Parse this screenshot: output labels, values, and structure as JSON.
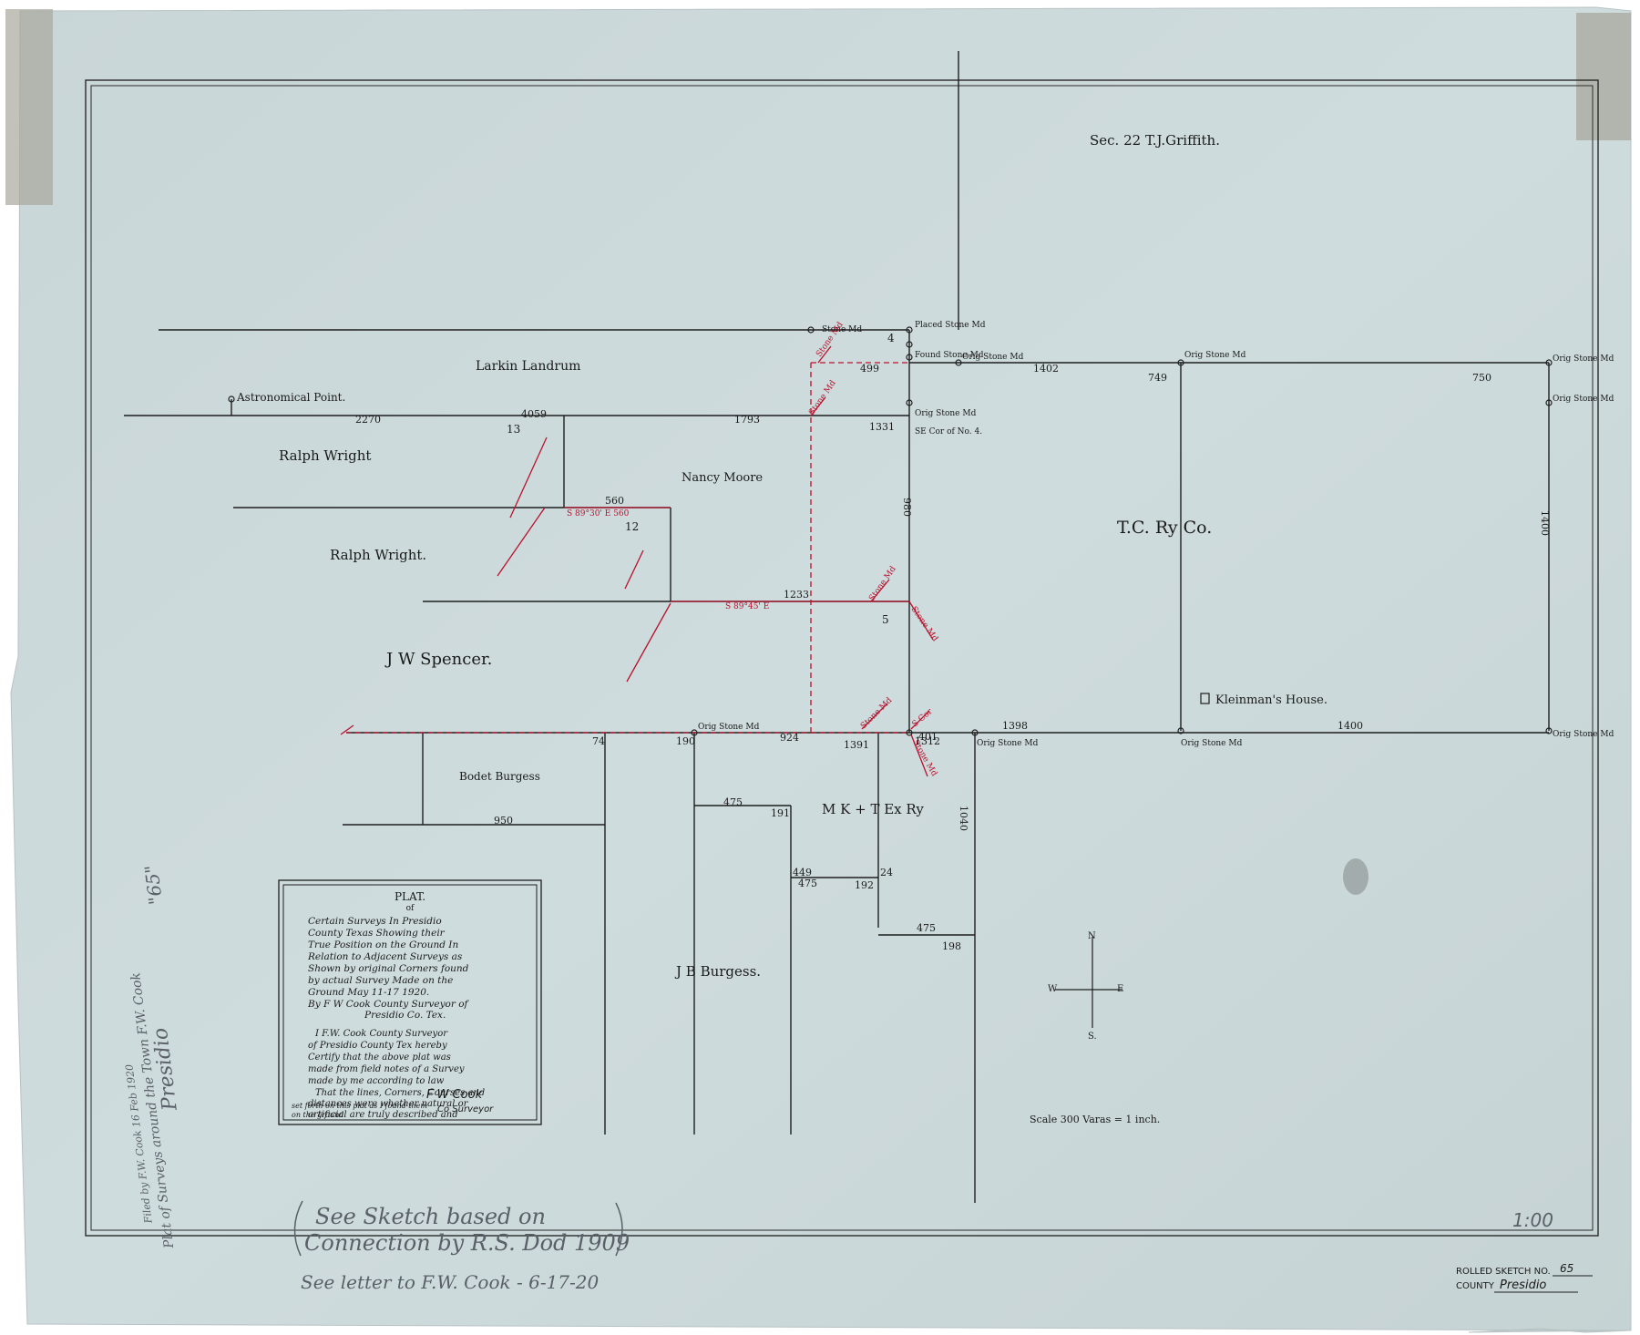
{
  "owners": {
    "sec22": "Sec. 22 T.J.Griffith.",
    "larkin": "Larkin Landrum",
    "ralph1": "Ralph Wright",
    "ralph2": "Ralph Wright.",
    "nancy": "Nancy Moore",
    "spencer": "J W Spencer.",
    "tcry": "T.C. Ry Co.",
    "mkt": "M K + T Ex Ry",
    "bodet": "Bodet Burgess",
    "jb": "J B Burgess."
  },
  "points": {
    "astro": "Astronomical Point.",
    "kleinman": "Kleinman's House."
  },
  "markers": {
    "stone_md": "Stone Md",
    "orig_stone_md": "Orig Stone Md",
    "placed_stone_md": "Placed Stone Md",
    "found_stone_md": "Found Stone Md",
    "se_cor": "SE Cor of No. 4.",
    "s_cor": "S Cor"
  },
  "dims": {
    "d2270": "2270",
    "d4059": "4059",
    "d1793": "1793",
    "d1331": "1331",
    "d499": "499",
    "d1402": "1402",
    "d749": "749",
    "d750": "750",
    "d1400a": "1400",
    "d1400b": "1400",
    "d560": "560",
    "d1233": "1233",
    "d74": "74",
    "d190": "190",
    "d924": "924",
    "d1391": "1391",
    "d1312": "1312",
    "d1398": "1398",
    "d950": "950",
    "d475a": "475",
    "d191": "191",
    "d449": "449",
    "d475b": "475",
    "d192": "192",
    "d475c": "475",
    "d198": "198",
    "d24": "24",
    "d1040": "1040",
    "d980": "980",
    "d13": "13",
    "d12": "12",
    "d4": "4",
    "d5": "5",
    "d401": "401"
  },
  "bearings": {
    "b1": "S 89°30' E 560",
    "b2": "S 89°45' E"
  },
  "plat": {
    "title": "PLAT.",
    "of": "of",
    "l1": "Certain Surveys In Presidio",
    "l2": "County Texas Showing their",
    "l3": "True Position on the Ground In",
    "l4": "Relation to Adjacent Surveys as",
    "l5": "Shown by original Corners found",
    "l6": "by actual Survey Made on the",
    "l7": "Ground May 11-17 1920.",
    "l8": "By F W Cook County Surveyor of",
    "l9": "Presidio Co. Tex.",
    "c1": "I F.W. Cook County Surveyor",
    "c2": "of Presidio County Tex hereby",
    "c3": "Certify that the above plat was",
    "c4": "made from field notes of a Survey",
    "c5": "made by me according to law",
    "c6": "That the lines, Corners, Courses and",
    "c7": "distances were whether natural or",
    "c8": "artificial are truly described and",
    "c9": "set forth on this plat as I found them",
    "c10": "on the ground",
    "sig": "F W Cook",
    "sig2": "Co Surveyor"
  },
  "compass": {
    "n": "N",
    "s": "S.",
    "e": "E",
    "w": "W"
  },
  "scale": "Scale 300 Varas = 1 inch.",
  "pencil_note": {
    "l1": "See Sketch based on",
    "l2": "Connection by R.S. Dod 1909",
    "l3": "See letter to F.W. Cook - 6-17-20"
  },
  "corner_mark": "1:00",
  "side_note": {
    "l1": "Presidio",
    "l2": "Plat of Surveys around the Town F.W. Cook",
    "l3": "Filed by F.W. Cook 16 Feb 1920",
    "l4": "\"65\""
  },
  "stamp": {
    "rolled_label": "ROLLED SKETCH NO.",
    "rolled_no": "65",
    "county_label": "COUNTY",
    "county": "Presidio"
  }
}
